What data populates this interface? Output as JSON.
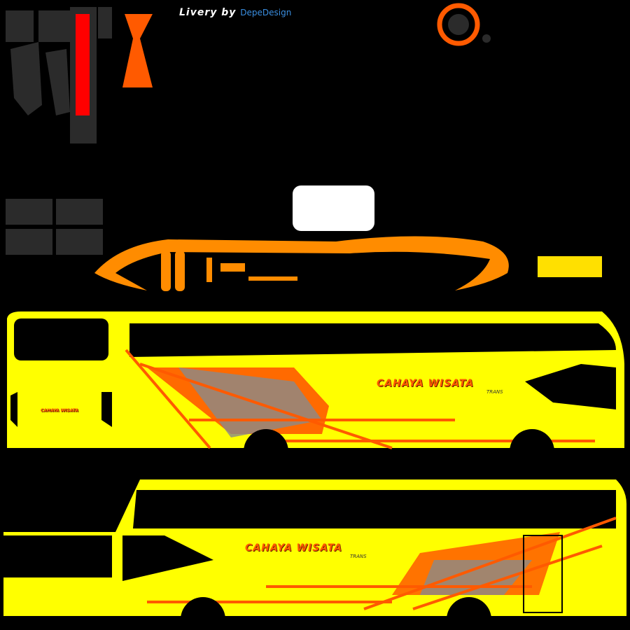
{
  "credit": {
    "prefix": "Livery by",
    "author": "DepeDesign"
  },
  "livery": {
    "brand": "CAHAYA WISATA",
    "sub": "TRANS"
  },
  "colors": {
    "body": "#ffff00",
    "accent": "#ff5a00",
    "orange_trim": "#ff8c00",
    "grey": "#8a8a8a",
    "red": "#ff0000",
    "background": "#000000"
  }
}
